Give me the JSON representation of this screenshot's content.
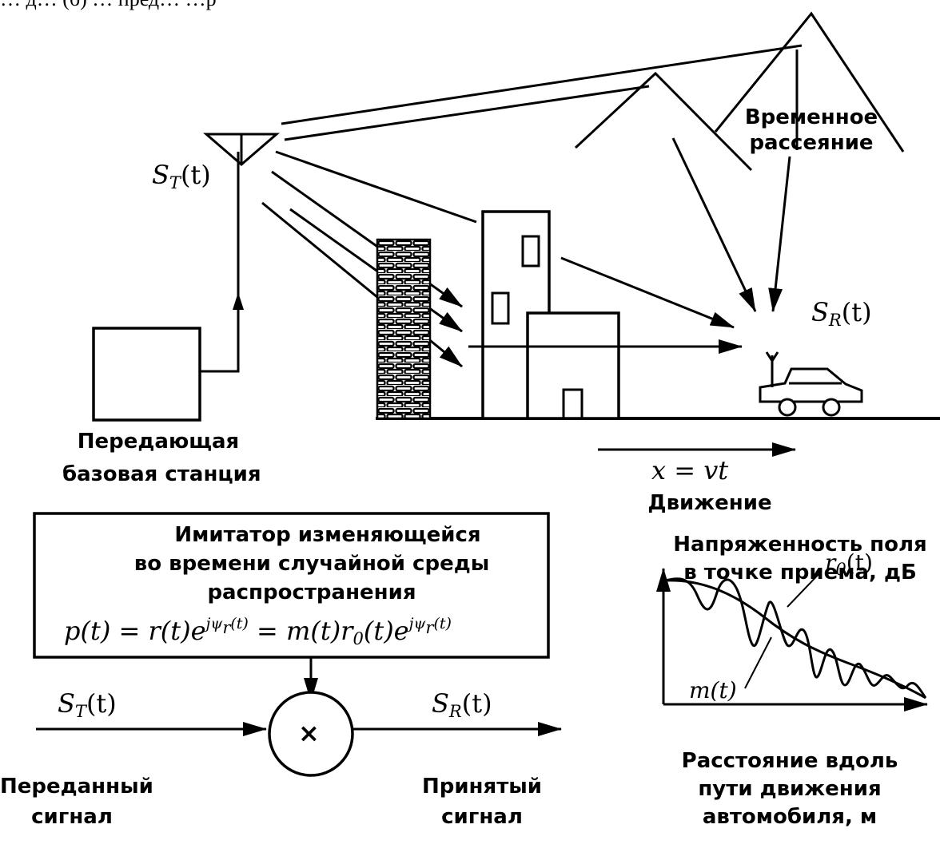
{
  "caption_top": "… д… (б) … пред… …р",
  "labels": {
    "time_scattering": [
      "Временное",
      "рассеяние"
    ],
    "base_station": [
      "Передающая",
      "базовая станция"
    ],
    "motion_formula": "x = vt",
    "motion": "Движение",
    "simulator_title": [
      "Имитатор изменяющейся",
      "во времени случайной среды",
      "распространения"
    ],
    "field_strength": [
      "Напряженность поля",
      "в точке приема, дБ"
    ],
    "transmitted_signal": [
      "Переданный",
      "сигнал"
    ],
    "received_signal": [
      "Принятый",
      "сигнал"
    ],
    "distance_axis": [
      "Расстояние вдоль",
      "пути движения",
      "автомобиля, м"
    ]
  },
  "math": {
    "transmit": {
      "base": "S",
      "sub": "T",
      "arg": "(t)"
    },
    "receive": {
      "base": "S",
      "sub": "R",
      "arg": "(t)"
    },
    "r0": {
      "base": "r",
      "sub": "0",
      "arg": "(t)"
    },
    "m": "m(t)",
    "multiplier": "×",
    "formula": {
      "lhs": "p(t) = r(t)e",
      "exp1": "jψ",
      "exp1_sub": "r",
      "exp1_arg": "(t)",
      "mid": " = m(t)r",
      "mid_sub": "0",
      "mid_tail": "(t)e",
      "exp2": "jψ",
      "exp2_sub": "r",
      "exp2_arg": "(t)"
    }
  },
  "colors": {
    "ink": "#000000",
    "background": "#ffffff"
  }
}
